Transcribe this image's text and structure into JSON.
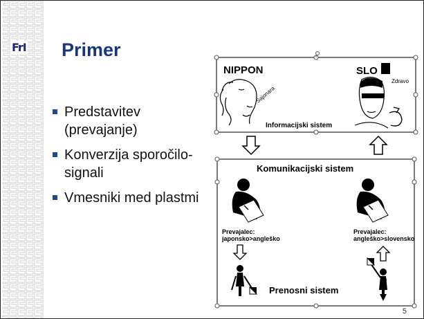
{
  "slide": {
    "title": "Primer",
    "logo": "FrI",
    "bullets": [
      "Predstavitev (prevajanje)",
      "Konverzija sporočilo-signali",
      "Vmesniki med plastmi"
    ],
    "page_number": "5"
  },
  "diagram": {
    "top_box": {
      "left_label": "NIPPON",
      "right_label": "SLO",
      "greeting_left": "Sajonara",
      "greeting_right": "Zdravo",
      "caption": "Informacijski sistem"
    },
    "bottom_box": {
      "title": "Komunikacijski sistem",
      "translator_left_line1": "Prevajalec:",
      "translator_left_line2": "japonsko>angleško",
      "translator_right_line1": "Prevajalec:",
      "translator_right_line2": "angleško>slovensko",
      "caption": "Prenosni sistem"
    }
  },
  "colors": {
    "title": "#16377e",
    "bullet": "#1c4b8a",
    "strip": "#cfcfcf"
  }
}
